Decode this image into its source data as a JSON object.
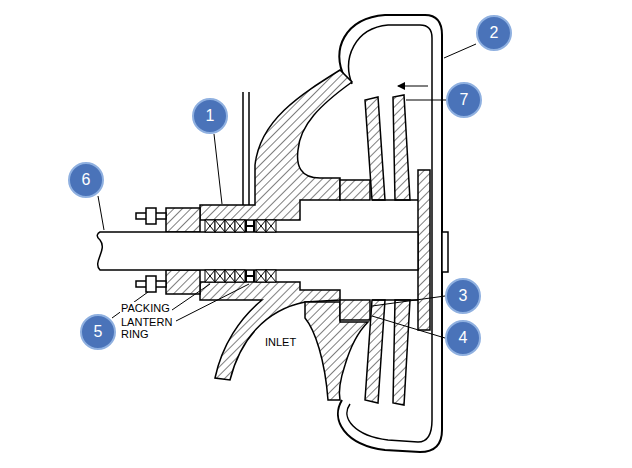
{
  "diagram": {
    "nodes": [
      {
        "text": [
          "2"
        ]
      },
      {
        "text": [
          "7"
        ]
      },
      {
        "text": [
          "1"
        ]
      },
      {
        "text": [
          "6"
        ]
      },
      {
        "text": [
          "3"
        ]
      },
      {
        "text": [
          "5"
        ]
      },
      {
        "text": [
          "4"
        ]
      }
    ],
    "labels": [
      "PACKING",
      "LANTERN RING",
      "INLET"
    ]
  }
}
